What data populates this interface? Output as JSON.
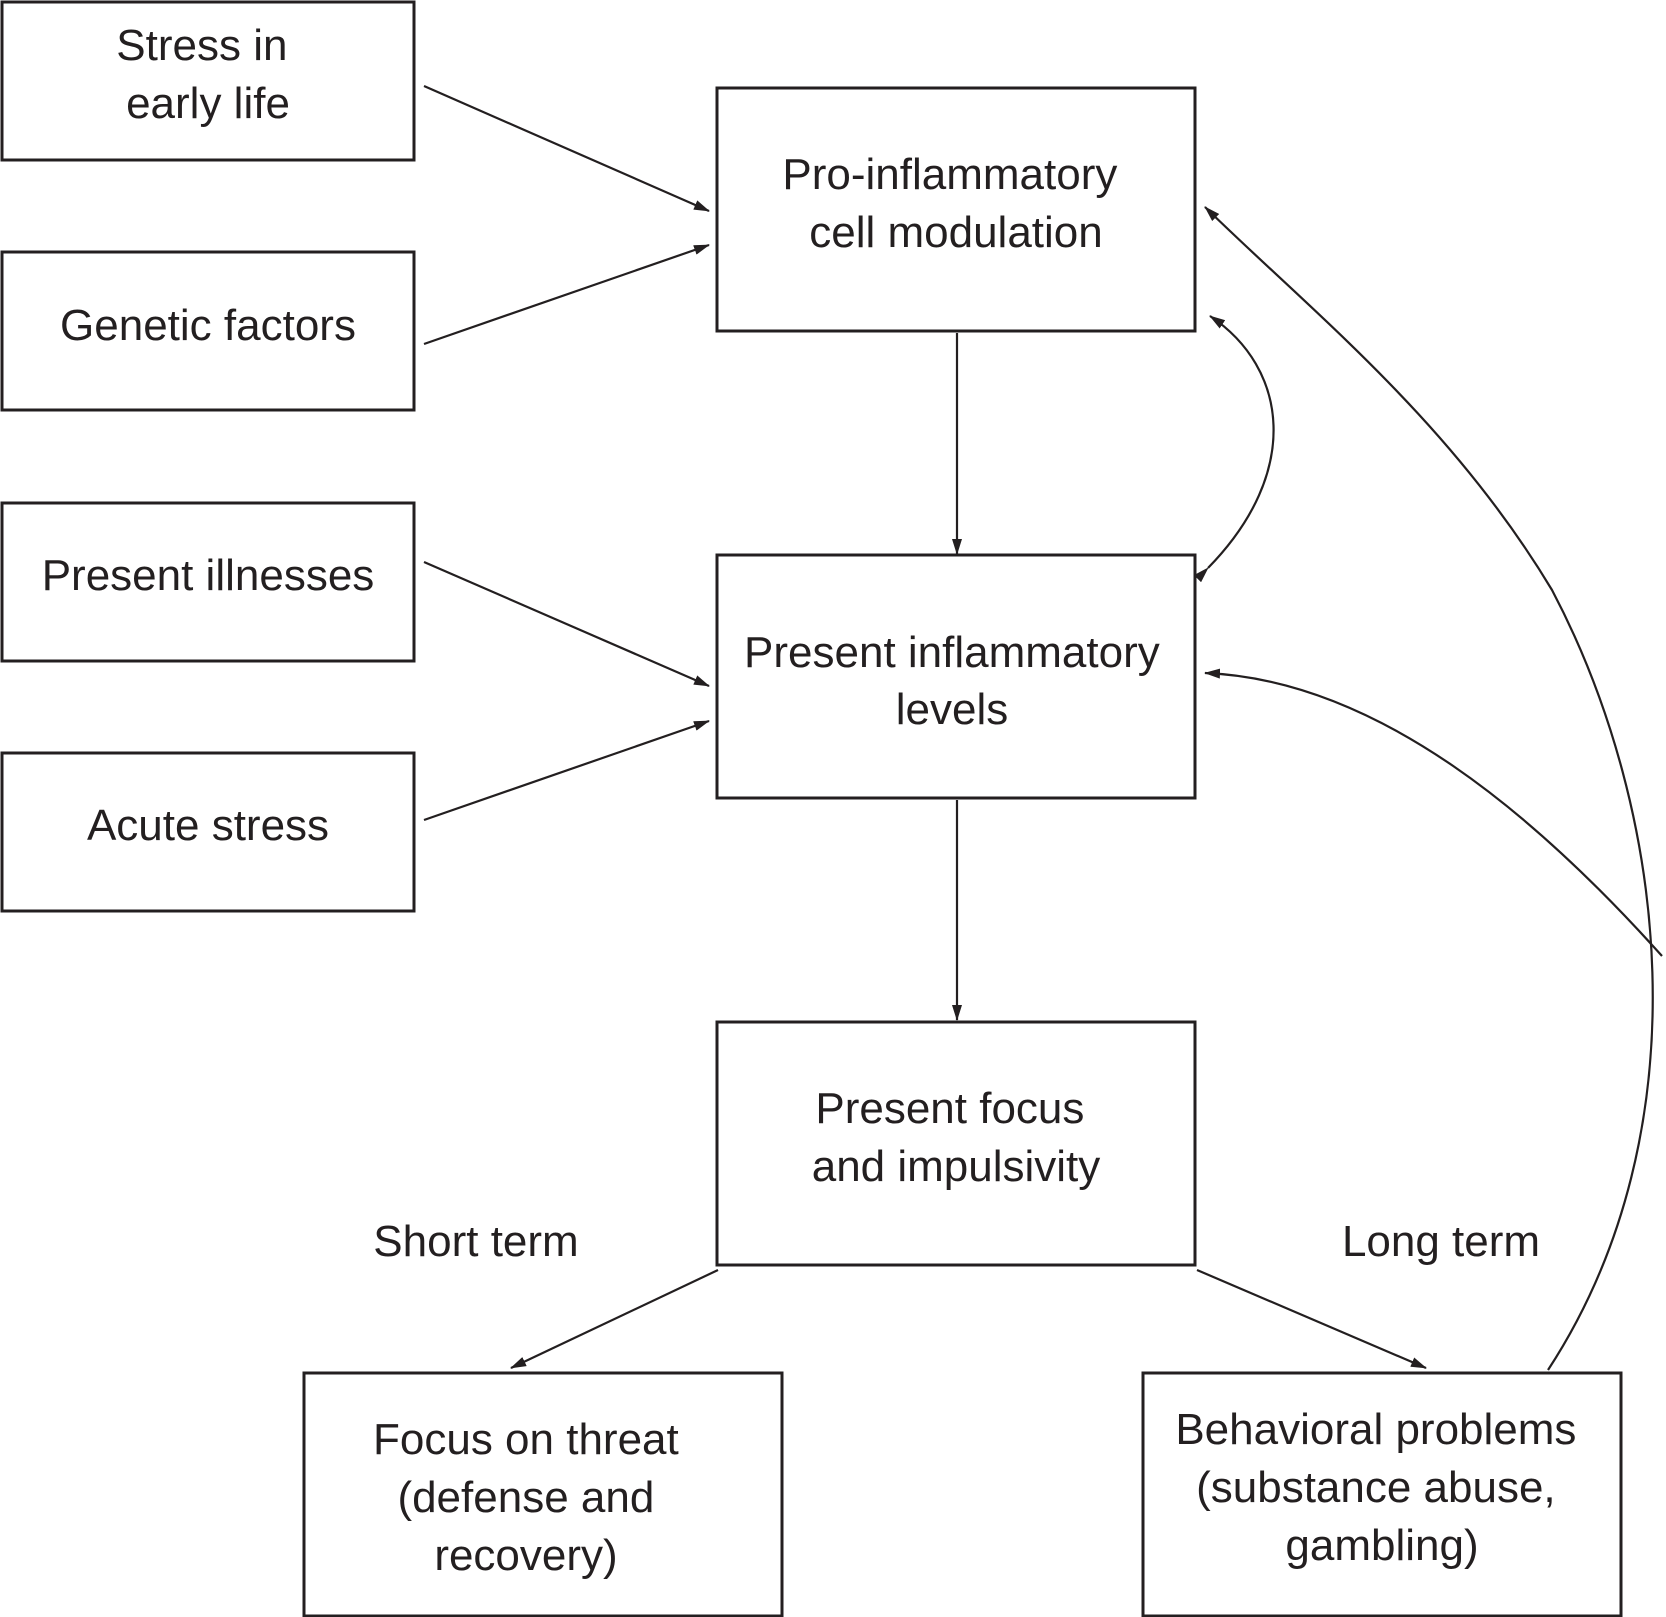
{
  "nodes": {
    "stress_early": [
      "Stress in",
      "early life"
    ],
    "genetic": [
      "Genetic factors"
    ],
    "illnesses": [
      "Present illnesses"
    ],
    "acute": [
      "Acute stress"
    ],
    "proinflammatory": [
      "Pro-inflammatory",
      "cell modulation"
    ],
    "inflammatory_levels": [
      "Present inflammatory",
      "levels"
    ],
    "focus": [
      "Present focus",
      "and impulsivity"
    ],
    "threat": [
      "Focus on threat",
      "(defense and",
      "recovery)"
    ],
    "behavioral": [
      "Behavioral problems",
      "(substance abuse,",
      "gambling)"
    ]
  },
  "edge_labels": {
    "short_term": "Short term",
    "long_term": "Long term"
  },
  "colors": {
    "stroke": "#231f20",
    "background": "#ffffff"
  }
}
